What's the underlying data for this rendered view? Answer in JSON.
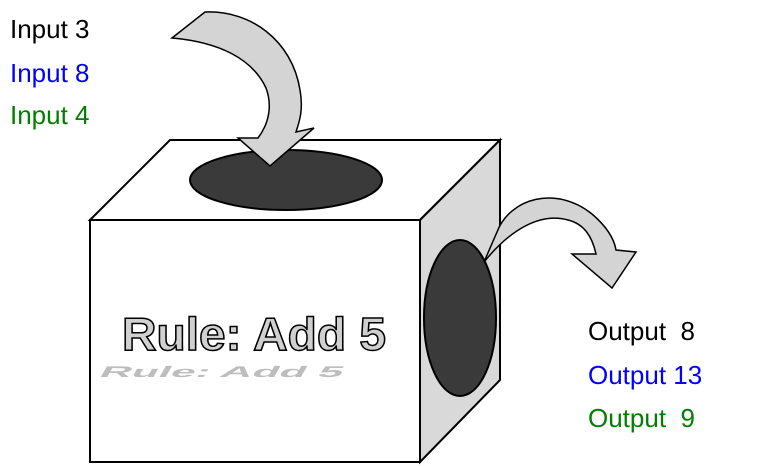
{
  "inputs": [
    {
      "text": "Input 3",
      "color": "#000000"
    },
    {
      "text": "Input 8",
      "color": "#0000ff"
    },
    {
      "text": "Input 4",
      "color": "#008000"
    }
  ],
  "outputs": [
    {
      "text": "Output  8",
      "color": "#000000"
    },
    {
      "text": "Output 13",
      "color": "#0000ff"
    },
    {
      "text": "Output  9",
      "color": "#008000"
    }
  ],
  "machine": {
    "rule_label": "Rule: Add 5",
    "front_color": "#ffffff",
    "top_color": "#ffffff",
    "side_color": "#d9d9d9",
    "hole_color": "#3a3a3a",
    "arrow_color": "#d4d4d4"
  }
}
